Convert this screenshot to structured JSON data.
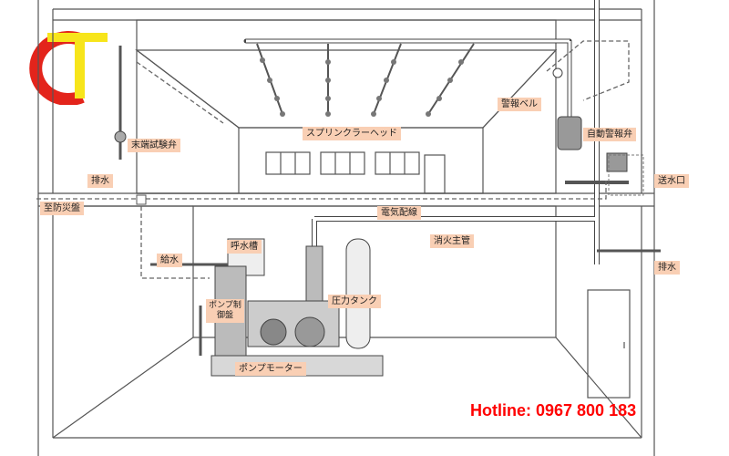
{
  "labels": {
    "sprinkler_head": "スプリンクラーヘッド",
    "alarm_bell": "警報ベル",
    "auto_alarm_valve": "自動警報弁",
    "end_test_valve": "末端試験弁",
    "drain_left": "排水",
    "water_outlet": "送水口",
    "to_disaster_panel": "至防災盤",
    "electric_wiring": "電気配線",
    "fire_main_pipe": "消火主管",
    "water_supply": "給水",
    "priming_tank": "呼水槽",
    "pump_control_panel": "ポンプ制御盤",
    "pressure_tank": "圧力タンク",
    "drain_right": "排水",
    "pump_motor": "ポンプモーター"
  },
  "hotline": "Hotline: 0967 800 183",
  "colors": {
    "label_bg": "#f9cfb4",
    "hotline": "#ff0000",
    "logo_red": "#e3241b",
    "logo_yellow": "#f7e51b",
    "line": "#555555"
  },
  "icons": {
    "logo": "tc-logo-icon"
  }
}
